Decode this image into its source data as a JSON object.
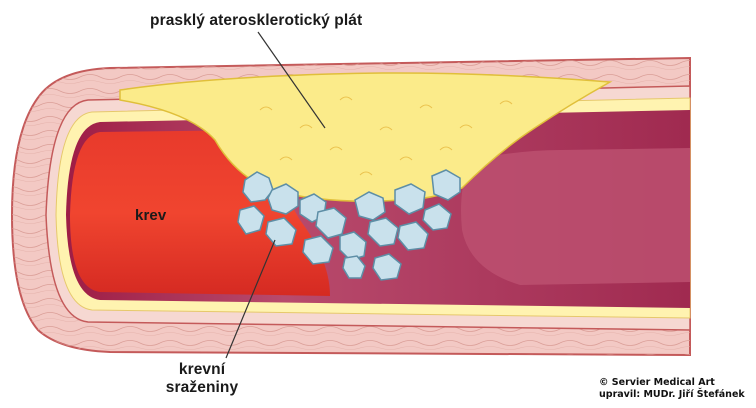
{
  "labels": {
    "plaque": "prasklý aterosklerotický plát",
    "blood": "krev",
    "clot_line1": "krevní",
    "clot_line2": "sraženiny"
  },
  "credit": {
    "line1": "© Servier Medical Art",
    "line2": "upravil: MUDr. Jiří Štefánek"
  },
  "colors": {
    "outer_wall": "#f3c9c4",
    "outer_wall_stroke": "#c45a5a",
    "inner_wall": "#f5d2cd",
    "intima": "#fff3b0",
    "blood": "#e8352a",
    "lumen_dark": "#a4204a",
    "lumen_light": "#bc5070",
    "plaque": "#fbeb8a",
    "clot": "#c9e1ec",
    "clot_stroke": "#5d8ea6"
  }
}
